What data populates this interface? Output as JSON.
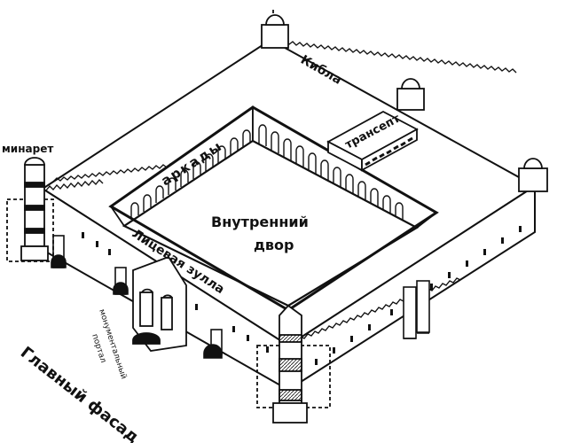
{
  "labels": {
    "qibla": "Кибла",
    "transept": "трансепт",
    "arcades": "аркады",
    "courtyard_line1": "Внутренний",
    "courtyard_line2": "двор",
    "front_zulla": "Лицевая зулла",
    "minaret": "минарет",
    "portal_line1": "монументальный",
    "portal_line2": "портал",
    "main_facade": "Главный фасад"
  },
  "colors": {
    "ink": "#111111",
    "paper": "#ffffff",
    "shade": "#d9d9d9"
  }
}
